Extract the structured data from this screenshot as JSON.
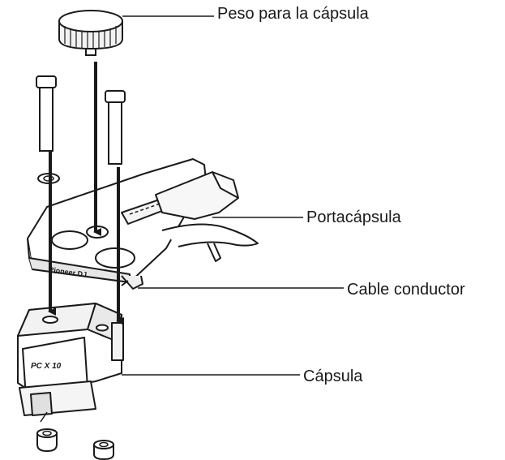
{
  "labels": {
    "weight": "Peso para la cápsula",
    "headshell": "Portacápsula",
    "lead_wire": "Cable conductor",
    "cartridge": "Cápsula"
  },
  "brand": {
    "headshell_logo": "Pioneer DJ",
    "cartridge_model": "PC X 10"
  },
  "colors": {
    "line": "#1a1a1a",
    "fill": "#ffffff",
    "shade": "#e6e6e6"
  }
}
